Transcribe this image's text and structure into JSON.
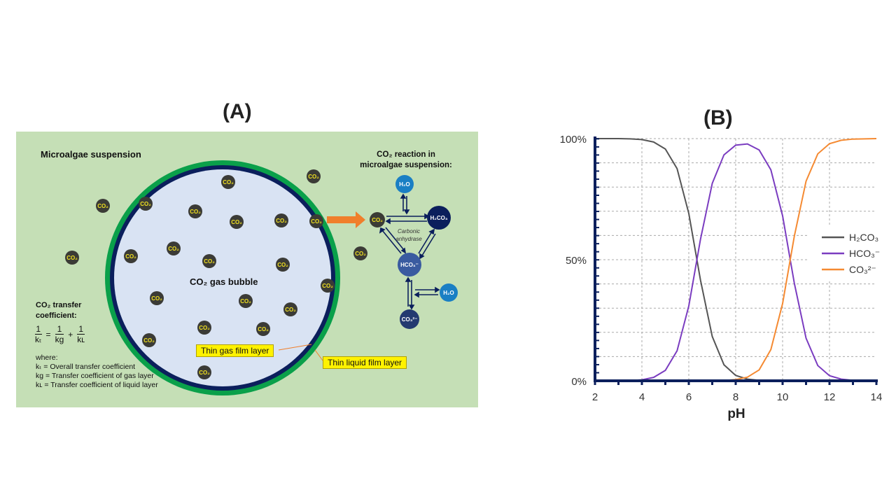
{
  "panel_a": {
    "title": "(A)",
    "suspension_label": "Microalgae suspension",
    "bubble_label": "CO₂ gas bubble",
    "gas_film_label": "Thin gas film layer",
    "liquid_film_label": "Thin liquid film layer",
    "molecule_label": "CO₂",
    "reaction_title_line1": "CO₂ reaction in",
    "reaction_title_line2": "microalgae suspension:",
    "reaction_nodes": {
      "co2": "CO₂",
      "h2o_top": "H₂O",
      "h2co3": "H₂CO₃",
      "hco3": "HCO₃⁻",
      "h2o_right": "H₂O",
      "co3": "CO₃²⁻"
    },
    "enzyme_label_1": "Carbonic",
    "enzyme_label_2": "anhydrase",
    "transfer_title_1": "CO₂ transfer",
    "transfer_title_2": "coefficient:",
    "equation": {
      "one": "1",
      "kt": "kₜ",
      "kg": "kɡ",
      "kl": "kʟ",
      "eq": "=",
      "plus": "+"
    },
    "where": "where:",
    "definitions": [
      "kₜ = Overall transfer coefficient",
      "kɡ = Transfer coefficient of gas layer",
      "kʟ = Transfer coefficient of liquid layer"
    ],
    "colors": {
      "background": "#c5dfb6",
      "bubble": "#d9e3f3",
      "ring_outer": "#0aa04a",
      "ring_inner": "#0b1f5c",
      "arrow": "#f07f2b"
    }
  },
  "chart_data": {
    "type": "line",
    "title": "(B)",
    "xlabel": "pH",
    "ylabel": "",
    "xlim": [
      2,
      14
    ],
    "ylim": [
      0,
      100
    ],
    "x_ticks": [
      "2",
      "4",
      "6",
      "8",
      "10",
      "12",
      "14"
    ],
    "y_ticks": [
      "0%",
      "50%",
      "100%"
    ],
    "grid": true,
    "legend_position": "right",
    "x": [
      2,
      2.5,
      3,
      3.5,
      4,
      4.5,
      5,
      5.5,
      6,
      6.5,
      7,
      7.5,
      8,
      8.5,
      9,
      9.5,
      10,
      10.5,
      11,
      11.5,
      12,
      12.5,
      13,
      13.5,
      14
    ],
    "series": [
      {
        "name": "H₂CO₃",
        "color": "#555555",
        "values": [
          100,
          100,
          100,
          99.9,
          99.6,
          98.6,
          95.7,
          87.6,
          69.1,
          41.5,
          18.3,
          6.6,
          2.2,
          0.7,
          0.2,
          0.1,
          0,
          0,
          0,
          0,
          0,
          0,
          0,
          0,
          0
        ]
      },
      {
        "name": "HCO₃⁻",
        "color": "#7a3cc0",
        "values": [
          0,
          0,
          0,
          0.1,
          0.4,
          1.4,
          4.3,
          12.4,
          30.9,
          58.5,
          81.5,
          93.3,
          97.3,
          97.8,
          95.3,
          87.1,
          68.1,
          40.3,
          17.6,
          6.3,
          2.1,
          0.7,
          0.2,
          0.1,
          0
        ]
      },
      {
        "name": "CO₃²⁻",
        "color": "#f58a32",
        "values": [
          0,
          0,
          0,
          0,
          0,
          0,
          0,
          0,
          0,
          0,
          0.2,
          0.1,
          0.5,
          1.5,
          4.5,
          12.9,
          31.9,
          59.7,
          82.4,
          93.7,
          97.9,
          99.3,
          99.8,
          99.9,
          100
        ]
      }
    ]
  }
}
